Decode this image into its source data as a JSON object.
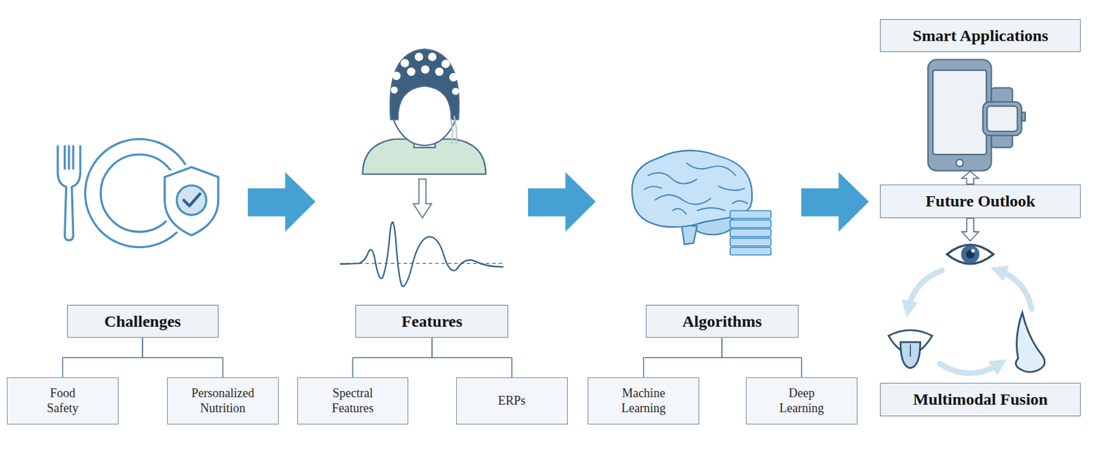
{
  "diagram": {
    "nodes": [
      {
        "text": [
          "Challenges"
        ]
      },
      {
        "text": [
          "Food Safety"
        ]
      },
      {
        "text": [
          "Personalized Nutrition"
        ]
      },
      {
        "text": [
          "Features"
        ]
      },
      {
        "text": [
          "Spectral Features"
        ]
      },
      {
        "text": [
          "ERPs"
        ]
      },
      {
        "text": [
          "Algorithms"
        ]
      },
      {
        "text": [
          "Machine Learning"
        ]
      },
      {
        "text": [
          "Deep Learning"
        ]
      },
      {
        "text": [
          "Smart Applications"
        ]
      },
      {
        "text": [
          "Future Outlook"
        ]
      },
      {
        "text": [
          "Multimodal Fusion"
        ]
      }
    ],
    "edges": [
      {
        "from": 0,
        "to": 1,
        "arrow": "none"
      },
      {
        "from": 0,
        "to": 2,
        "arrow": "none"
      },
      {
        "from": 3,
        "to": 4,
        "arrow": "none"
      },
      {
        "from": 3,
        "to": 5,
        "arrow": "none"
      },
      {
        "from": 6,
        "to": 7,
        "arrow": "none"
      },
      {
        "from": 6,
        "to": 8,
        "arrow": "none"
      }
    ]
  }
}
